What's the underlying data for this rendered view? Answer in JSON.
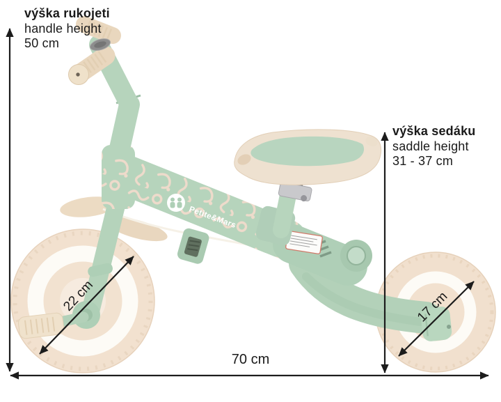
{
  "brand": {
    "logo_text": "Petite&Mars"
  },
  "dimensions": {
    "handle_height": {
      "label_primary": "výška rukojeti",
      "label_secondary": "handle height",
      "value": "50 cm"
    },
    "saddle_height": {
      "label_primary": "výška sedáku",
      "label_secondary": "saddle height",
      "value": "31 - 37 cm"
    },
    "front_wheel": {
      "value": "22 cm"
    },
    "rear_wheel": {
      "value": "17 cm"
    },
    "overall_length": {
      "value": "70 cm"
    }
  },
  "colors": {
    "background": "#ffffff",
    "frame_mint": "#b6d4bc",
    "frame_pattern_cream": "#eedbcb",
    "wheel_cream": "#f2e1cf",
    "wheel_ring_white": "#fdfbf6",
    "grip_beige": "#e9d7be",
    "saddle_beige": "#eee1d0",
    "saddle_insert_mint": "#b8d5bf",
    "annotation_black": "#1c1c1c"
  }
}
